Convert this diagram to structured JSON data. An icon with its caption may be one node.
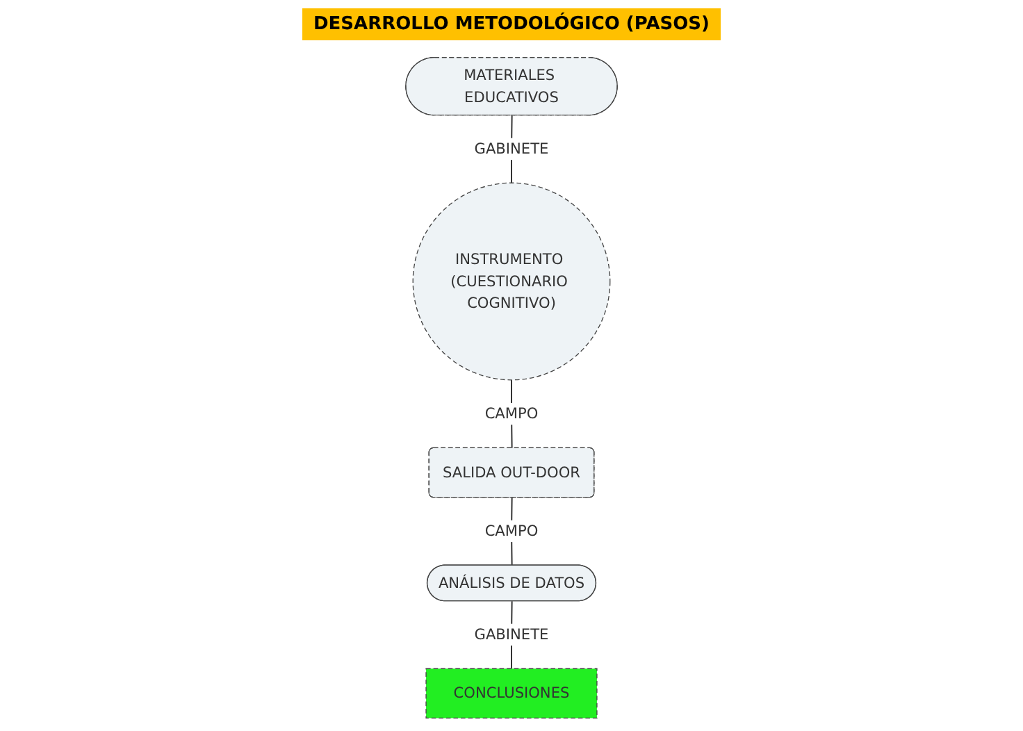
{
  "diagram": {
    "title": "DESARROLLO METODOLÓGICO (PASOS)",
    "nodes": [
      {
        "text": [
          "MATERIALES EDUCATIVOS"
        ]
      },
      {
        "text": [
          "INSTRUMENTO (CUESTIONARIO COGNITIVO)"
        ]
      },
      {
        "text": [
          "ANÁLISIS DE DATOS"
        ]
      },
      {
        "text": [
          "CONCLUSIONES"
        ]
      },
      {
        "text": [
          "SALIDA OUT-DOOR"
        ]
      }
    ],
    "edges": [
      {
        "from": 0,
        "to": 1,
        "arrow": "none",
        "label": "GABINETE"
      },
      {
        "from": 1,
        "to": 4,
        "arrow": "none",
        "label": "CAMPO"
      },
      {
        "from": 4,
        "to": 2,
        "arrow": "none",
        "label": "CAMPO"
      },
      {
        "from": 2,
        "to": 3,
        "arrow": "none",
        "label": "GABINETE"
      }
    ]
  }
}
